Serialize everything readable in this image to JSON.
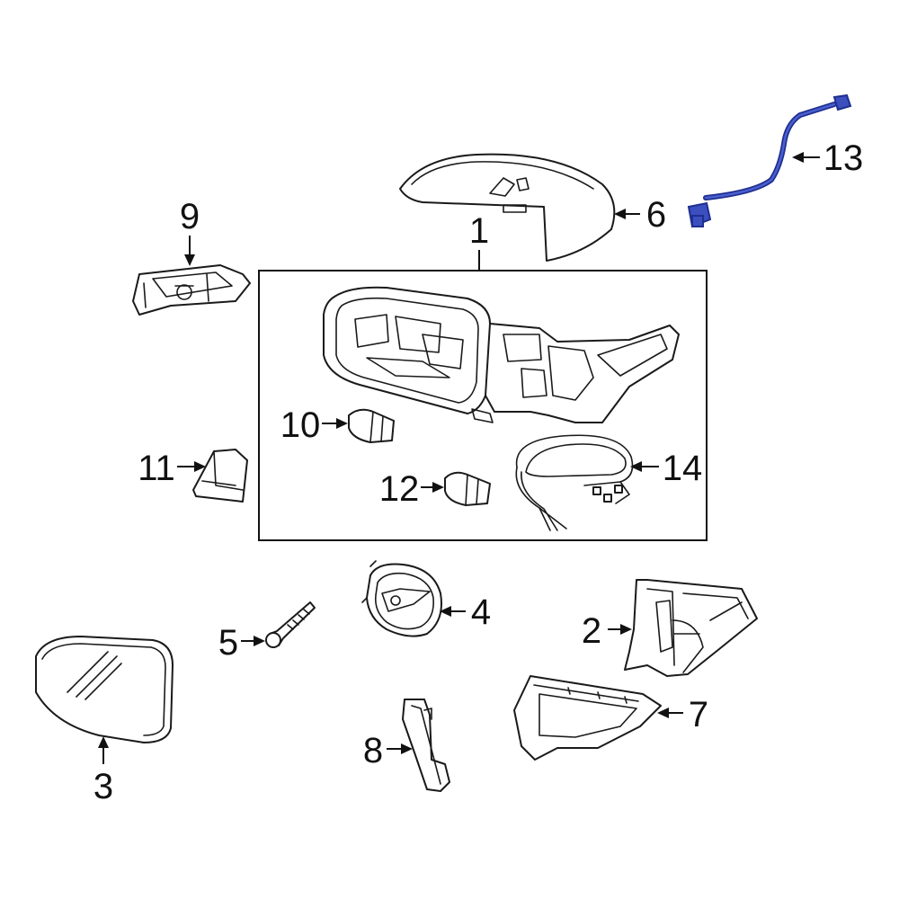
{
  "diagram": {
    "callouts": {
      "c1": "1",
      "c2": "2",
      "c3": "3",
      "c4": "4",
      "c5": "5",
      "c6": "6",
      "c7": "7",
      "c8": "8",
      "c9": "9",
      "c10": "10",
      "c11": "11",
      "c12": "12",
      "c13": "13",
      "c14": "14"
    },
    "colors": {
      "highlight": "#1f2f8f",
      "line": "#1a1a1a"
    }
  }
}
